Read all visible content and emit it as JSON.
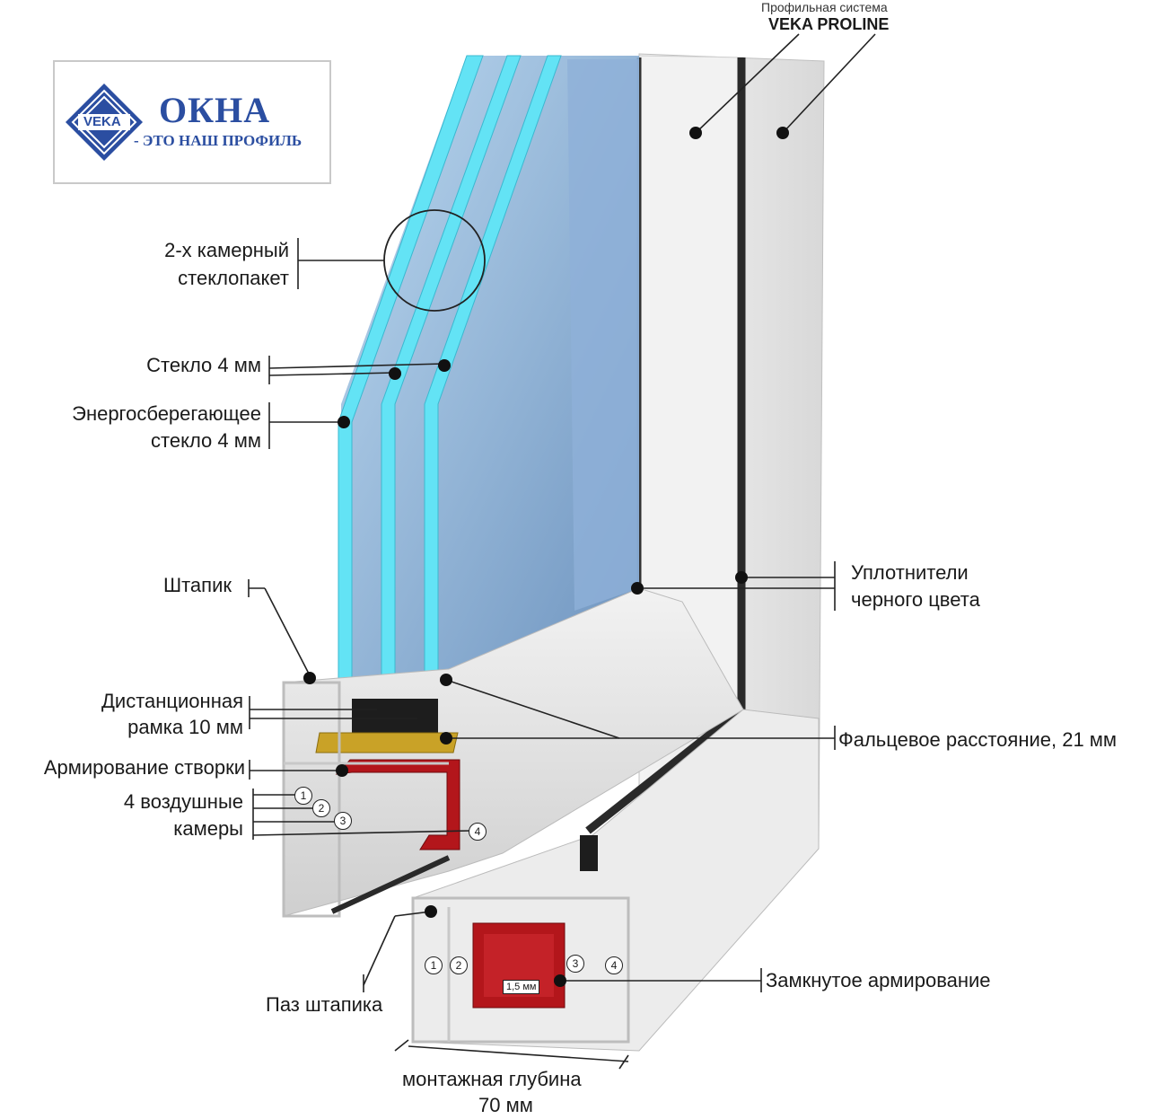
{
  "logo": {
    "brand": "VEKA",
    "title": "ОКНА",
    "subtitle": "- ЭТО НАШ ПРОФИЛЬ"
  },
  "header": {
    "caption": "Профильная система",
    "system": "VEKA PROLINE"
  },
  "labels": {
    "glazing_line1": "2-х камерный",
    "glazing_line2": "стеклопакет",
    "glass": "Стекло 4 мм",
    "energy_line1": "Энергосберегающее",
    "energy_line2": "стекло 4 мм",
    "bead": "Штапик",
    "spacer_line1": "Дистанционная",
    "spacer_line2": "рамка 10 мм",
    "sash_reinforcement": "Армирование створки",
    "chambers_line1": "4 воздушные",
    "chambers_line2": "камеры",
    "seals_line1": "Уплотнители",
    "seals_line2": "черного цвета",
    "rebate": "Фальцевое расстояние, 21 мм",
    "closed_reinforcement": "Замкнутое армирование",
    "bead_groove": "Паз штапика",
    "depth_line1": "монтажная глубина",
    "depth_line2": "70 мм",
    "wall_thickness": "1,5 мм"
  },
  "chamber_numbers": {
    "sash": [
      "1",
      "2",
      "3",
      "4"
    ],
    "frame": [
      "1",
      "2",
      "3",
      "4"
    ]
  },
  "colors": {
    "brand_blue": "#2b4ea1",
    "glass_cyan": "#63e3f5",
    "glass_blue": "#7fa6cf",
    "reinforcement_red": "#b3161b",
    "spacer_gold": "#c9a227",
    "seal_black": "#222222"
  }
}
